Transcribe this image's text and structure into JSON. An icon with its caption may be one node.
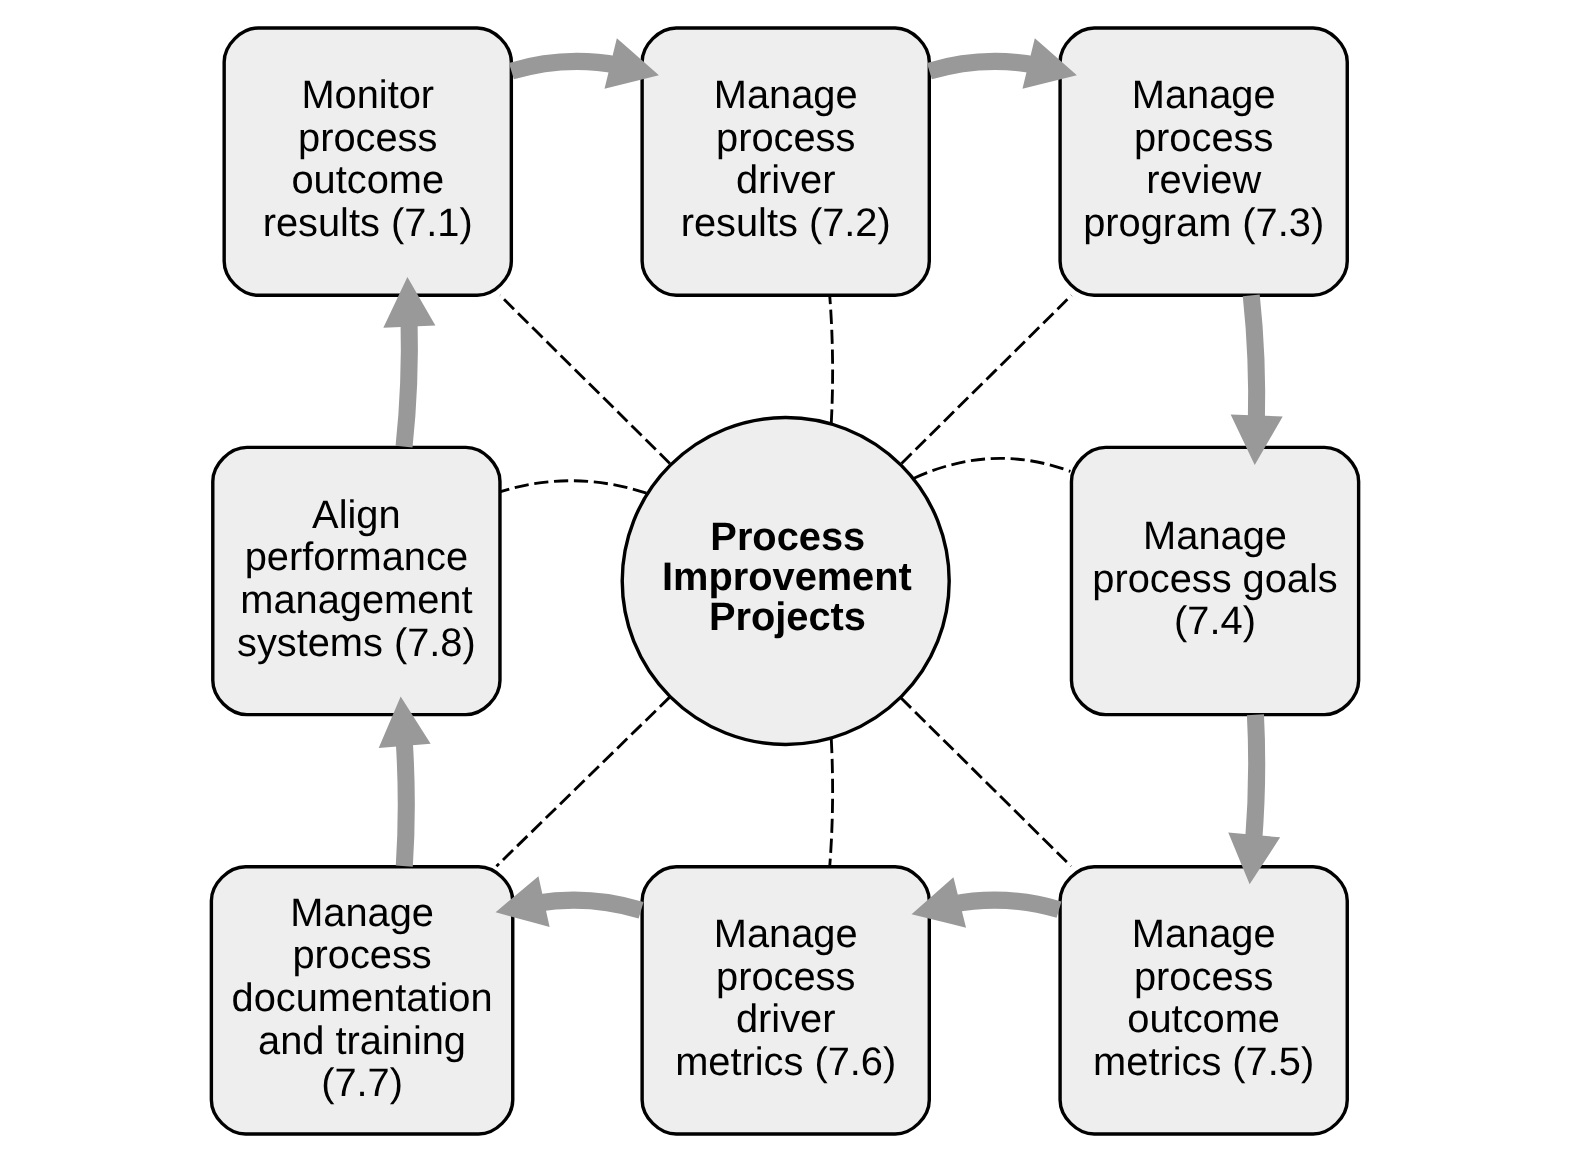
{
  "diagram": {
    "nodes": [
      {
        "text": [
          "Monitor process outcome results (7.1)"
        ]
      },
      {
        "text": [
          "Manage process driver results (7.2)"
        ]
      },
      {
        "text": [
          "Manage process review program (7.3)"
        ]
      },
      {
        "text": [
          "Align performance management systems (7.8)"
        ]
      },
      {
        "text": [
          "Process Improvement Projects"
        ]
      },
      {
        "text": [
          "Manage process goals (7.4)"
        ]
      },
      {
        "text": [
          "Manage process documentation and training (7.7)"
        ]
      },
      {
        "text": [
          "Manage process driver metrics (7.6)"
        ]
      },
      {
        "text": [
          "Manage process outcome metrics (7.5)"
        ]
      }
    ],
    "edges": [
      {
        "from": 0,
        "to": 1,
        "arrow": "to",
        "style": "thick",
        "color": "#999999"
      },
      {
        "from": 1,
        "to": 2,
        "arrow": "to",
        "style": "thick",
        "color": "#999999"
      },
      {
        "from": 2,
        "to": 5,
        "arrow": "to",
        "style": "thick",
        "color": "#999999"
      },
      {
        "from": 5,
        "to": 8,
        "arrow": "to",
        "style": "thick",
        "color": "#999999"
      },
      {
        "from": 8,
        "to": 7,
        "arrow": "to",
        "style": "thick",
        "color": "#999999"
      },
      {
        "from": 7,
        "to": 6,
        "arrow": "to",
        "style": "thick",
        "color": "#999999"
      },
      {
        "from": 6,
        "to": 3,
        "arrow": "to",
        "style": "thick",
        "color": "#999999"
      },
      {
        "from": 3,
        "to": 0,
        "arrow": "to",
        "style": "thick",
        "color": "#999999"
      },
      {
        "from": 4,
        "to": 0,
        "arrow": "none",
        "style": "dashed",
        "color": "#000000"
      },
      {
        "from": 4,
        "to": 1,
        "arrow": "none",
        "style": "dashed",
        "color": "#000000"
      },
      {
        "from": 4,
        "to": 2,
        "arrow": "none",
        "style": "dashed",
        "color": "#000000"
      },
      {
        "from": 4,
        "to": 3,
        "arrow": "none",
        "style": "dashed",
        "color": "#000000"
      },
      {
        "from": 4,
        "to": 5,
        "arrow": "none",
        "style": "dashed",
        "color": "#000000"
      },
      {
        "from": 4,
        "to": 6,
        "arrow": "none",
        "style": "dashed",
        "color": "#000000"
      },
      {
        "from": 4,
        "to": 7,
        "arrow": "none",
        "style": "dashed",
        "color": "#000000"
      },
      {
        "from": 4,
        "to": 8,
        "arrow": "none",
        "style": "dashed",
        "color": "#000000"
      }
    ]
  }
}
